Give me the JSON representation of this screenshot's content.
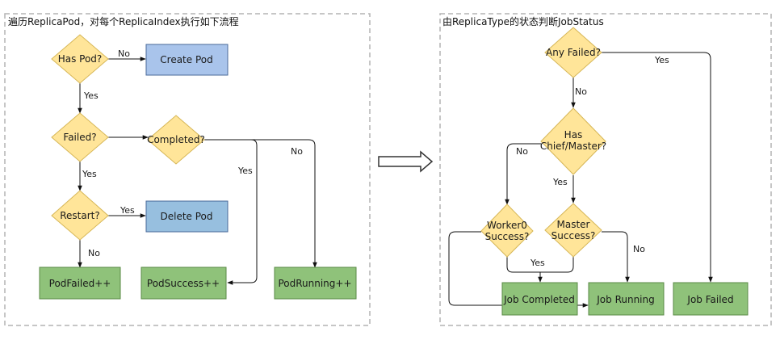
{
  "left_panel": {
    "title": "遍历ReplicaPod，对每个ReplicaIndex执行如下流程",
    "has_pod": "Has Pod?",
    "create_pod": "Create Pod",
    "failed": "Failed?",
    "completed": "Completed?",
    "restart": "Restart?",
    "delete_pod": "Delete Pod",
    "pod_failed": "PodFailed++",
    "pod_success": "PodSuccess++",
    "pod_running": "PodRunning++",
    "edge_no_1": "No",
    "edge_yes_1": "Yes",
    "edge_yes_2": "Yes",
    "edge_yes_3": "Yes",
    "edge_yes_4": "Yes",
    "edge_no_2": "No",
    "edge_no_3": "No"
  },
  "right_panel": {
    "title": "由ReplicaType的状态判断JobStatus",
    "any_failed": "Any Failed?",
    "has_chief_line1": "Has",
    "has_chief_line2": "Chief/Master?",
    "worker0_line1": "Worker0",
    "worker0_line2": "Success?",
    "master_line1": "Master",
    "master_line2": "Success?",
    "job_completed": "Job Completed",
    "job_running": "Job Running",
    "job_failed": "Job Failed",
    "edge_yes_any": "Yes",
    "edge_no_any": "No",
    "edge_no_chief": "No",
    "edge_yes_chief": "Yes",
    "edge_yes_success": "Yes",
    "edge_no_master": "No"
  },
  "colors": {
    "decision": "#ffe599",
    "decision_stroke": "#d6b656",
    "process_blue": "#a9c4eb",
    "process_blue2": "#97bfdf",
    "result_green": "#8fc27a",
    "result_stroke": "#5a8a45",
    "panel_border": "#b3b3b3"
  }
}
